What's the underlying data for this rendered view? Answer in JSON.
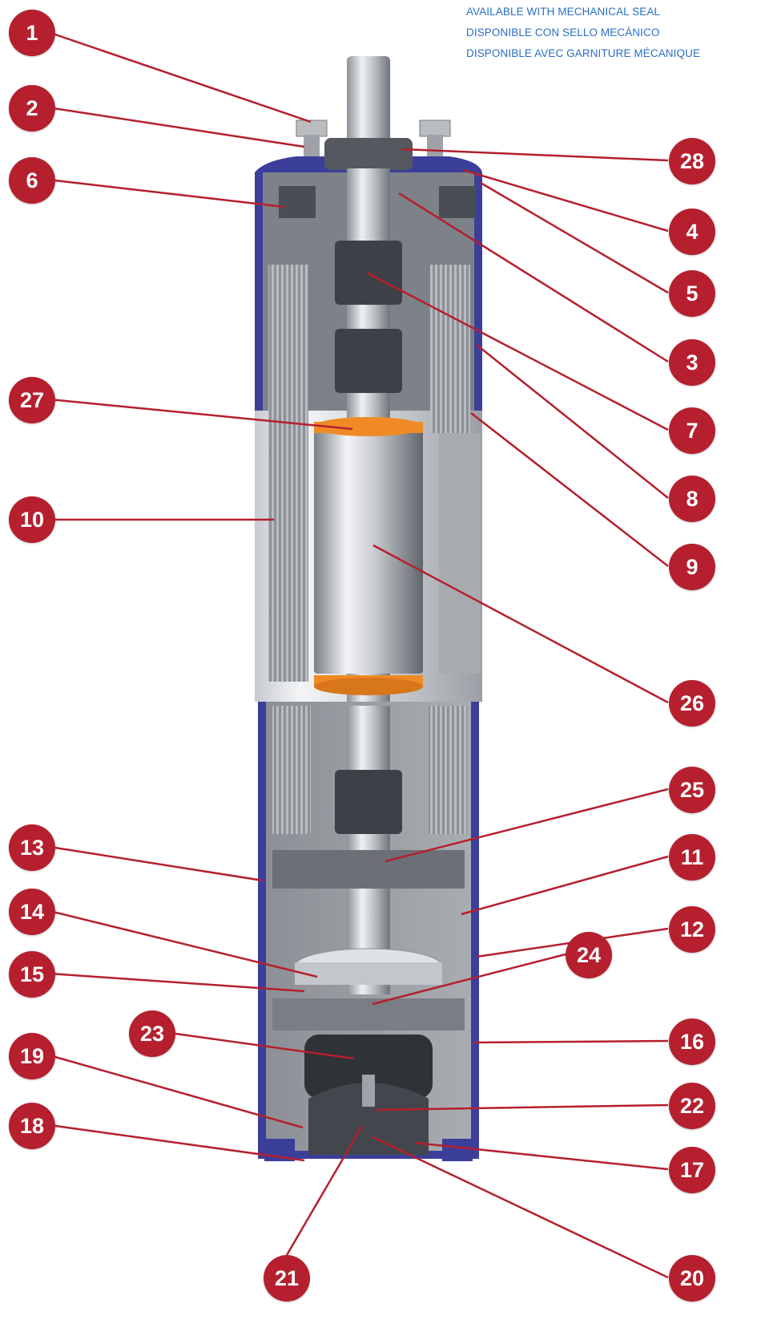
{
  "header": {
    "lines": [
      "AVAILABLE WITH MECHANICAL SEAL",
      "DISPONIBLE CON SELLO MECÁNICO",
      "DISPONIBLE AVEC GARNITURE MÉCANIQUE"
    ]
  },
  "colors": {
    "badge": "#b51f2e",
    "leader": "#b51f2e",
    "note_text": "#2a6fc4",
    "housing_blue": "#3b3f9a",
    "rotor_silver": "#cfd3d8",
    "ring_orange": "#f08a24"
  },
  "callouts": [
    {
      "number": "1"
    },
    {
      "number": "2"
    },
    {
      "number": "6"
    },
    {
      "number": "27"
    },
    {
      "number": "10"
    },
    {
      "number": "13"
    },
    {
      "number": "14"
    },
    {
      "number": "15"
    },
    {
      "number": "23"
    },
    {
      "number": "19"
    },
    {
      "number": "18"
    },
    {
      "number": "21"
    },
    {
      "number": "28"
    },
    {
      "number": "4"
    },
    {
      "number": "5"
    },
    {
      "number": "3"
    },
    {
      "number": "7"
    },
    {
      "number": "8"
    },
    {
      "number": "9"
    },
    {
      "number": "26"
    },
    {
      "number": "25"
    },
    {
      "number": "11"
    },
    {
      "number": "12"
    },
    {
      "number": "24"
    },
    {
      "number": "16"
    },
    {
      "number": "22"
    },
    {
      "number": "17"
    },
    {
      "number": "20"
    }
  ]
}
